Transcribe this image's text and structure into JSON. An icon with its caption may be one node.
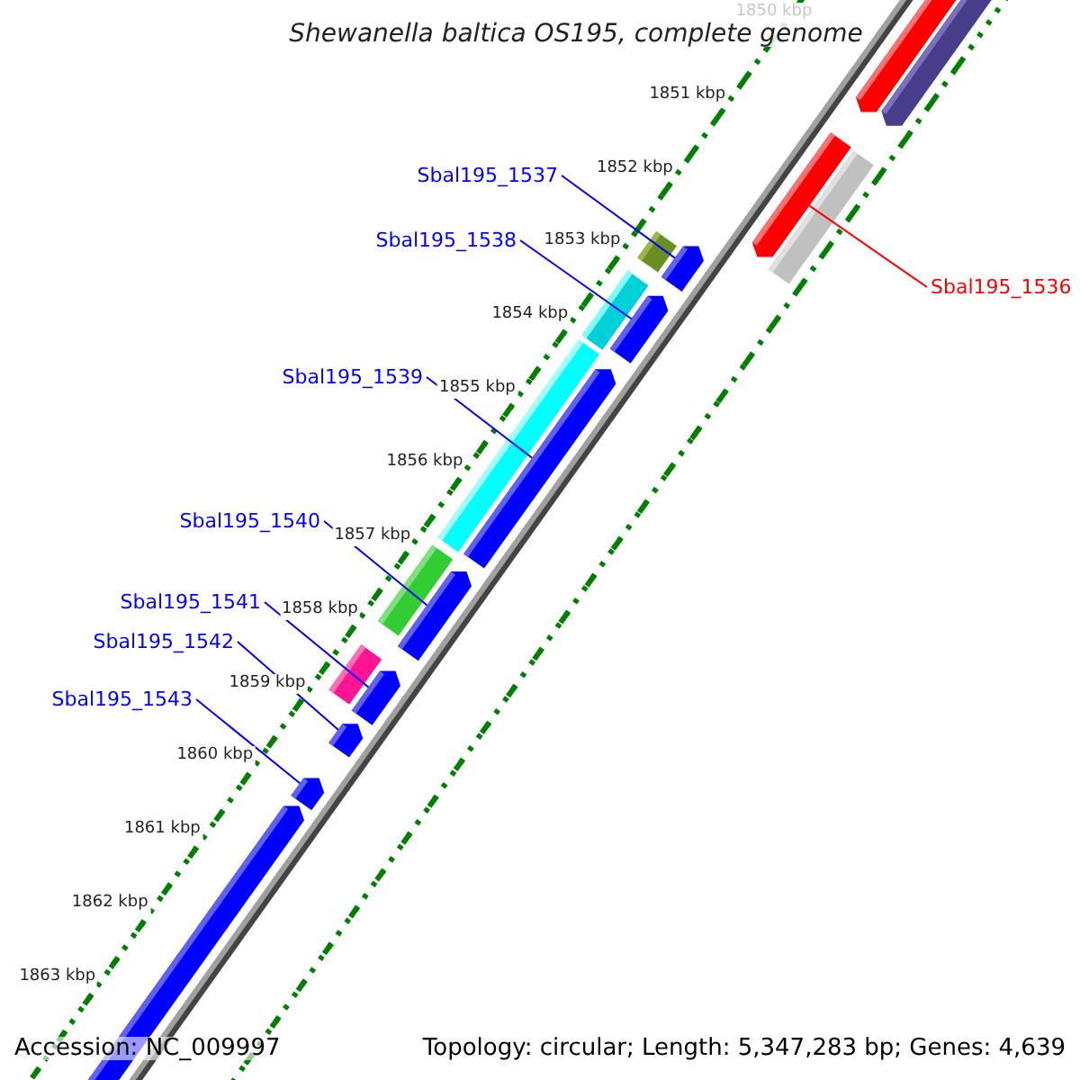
{
  "diagram": {
    "title": "Shewanella baltica OS195, complete genome",
    "nodes": [
      {
        "text": [
          "Sbal195_1537"
        ]
      },
      {
        "text": [
          "Sbal195_1538"
        ]
      },
      {
        "text": [
          "Sbal195_1539"
        ]
      },
      {
        "text": [
          "Sbal195_1540"
        ]
      },
      {
        "text": [
          "Sbal195_1541"
        ]
      },
      {
        "text": [
          "Sbal195_1542"
        ]
      },
      {
        "text": [
          "Sbal195_1543"
        ]
      },
      {
        "text": [
          "Sbal195_1536"
        ]
      },
      {
        "text": [],
        "shape": "bar"
      },
      {
        "text": [],
        "shape": "bar"
      },
      {
        "text": [],
        "shape": "bar"
      },
      {
        "text": [],
        "shape": "bar"
      },
      {
        "text": [],
        "shape": "bar"
      },
      {
        "text": [],
        "shape": "bar"
      },
      {
        "text": [],
        "shape": "bar"
      },
      {
        "text": [],
        "shape": "bar"
      }
    ],
    "edges": [
      {
        "from": 0,
        "to": 8,
        "arrow": "none"
      },
      {
        "from": 1,
        "to": 9,
        "arrow": "none"
      },
      {
        "from": 2,
        "to": 10,
        "arrow": "none"
      },
      {
        "from": 3,
        "to": 11,
        "arrow": "none"
      },
      {
        "from": 4,
        "to": 12,
        "arrow": "none"
      },
      {
        "from": 5,
        "to": 13,
        "arrow": "none"
      },
      {
        "from": 6,
        "to": 14,
        "arrow": "none"
      },
      {
        "from": 7,
        "to": 15,
        "arrow": "none",
        "color": "#ff0000"
      }
    ],
    "labels": [
      "1850 kbp",
      "1851 kbp",
      "1852 kbp",
      "1853 kbp",
      "1854 kbp",
      "1855 kbp",
      "1856 kbp",
      "1857 kbp",
      "1858 kbp",
      "1859 kbp",
      "1860 kbp",
      "1861 kbp",
      "1862 kbp",
      "1863 kbp",
      "Accession: NC_009997",
      "Topology: circular; Length: 5,347,283 bp; Genes: 4,639"
    ]
  }
}
